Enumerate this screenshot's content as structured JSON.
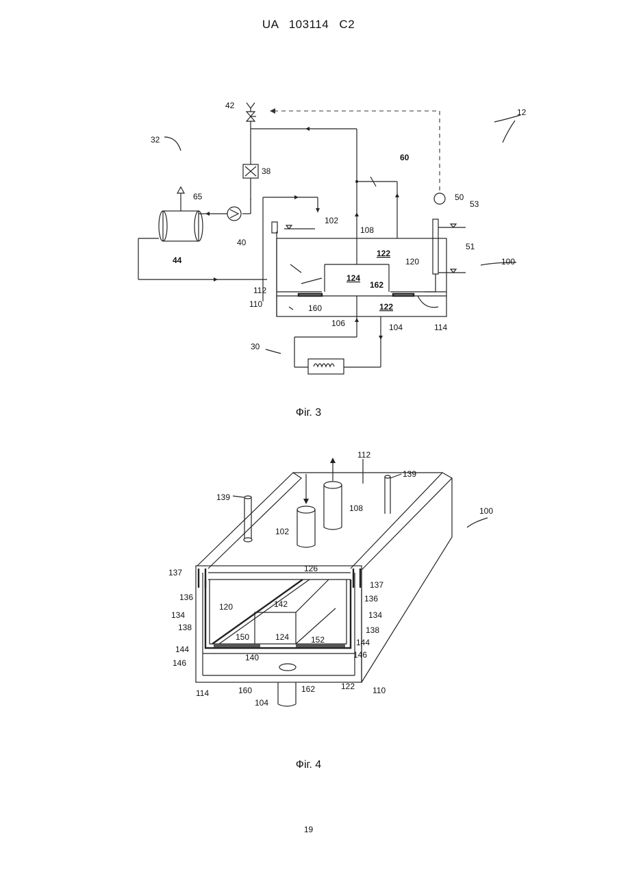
{
  "header": "UA   103114   C2",
  "fig3": {
    "caption": "Фіг. 3",
    "labels": {
      "l12": "12",
      "l32": "32",
      "l42": "42",
      "l38": "38",
      "l60": "60",
      "l65": "65",
      "l44": "44",
      "l40": "40",
      "l50": "50",
      "l53": "53",
      "l51": "51",
      "l100": "100",
      "l102": "102",
      "l108": "108",
      "l122a": "122",
      "l120": "120",
      "l112": "112",
      "l124": "124",
      "l162": "162",
      "l110": "110",
      "l160": "160",
      "l122b": "122",
      "l106": "106",
      "l104": "104",
      "l114": "114",
      "l30": "30"
    }
  },
  "fig4": {
    "caption": "Фіг. 4",
    "labels": {
      "l112": "112",
      "l139a": "139",
      "l139b": "139",
      "l100": "100",
      "l108": "108",
      "l102": "102",
      "l137a": "137",
      "l137b": "137",
      "l126": "126",
      "l136a": "136",
      "l136b": "136",
      "l120": "120",
      "l142": "142",
      "l134a": "134",
      "l134b": "134",
      "l138a": "138",
      "l138b": "138",
      "l150": "150",
      "l124": "124",
      "l152": "152",
      "l144a": "144",
      "l144b": "144",
      "l146a": "146",
      "l146b": "146",
      "l140": "140",
      "l114": "114",
      "l160": "160",
      "l104": "104",
      "l162": "162",
      "l122": "122",
      "l110": "110"
    }
  },
  "page_number": "19"
}
